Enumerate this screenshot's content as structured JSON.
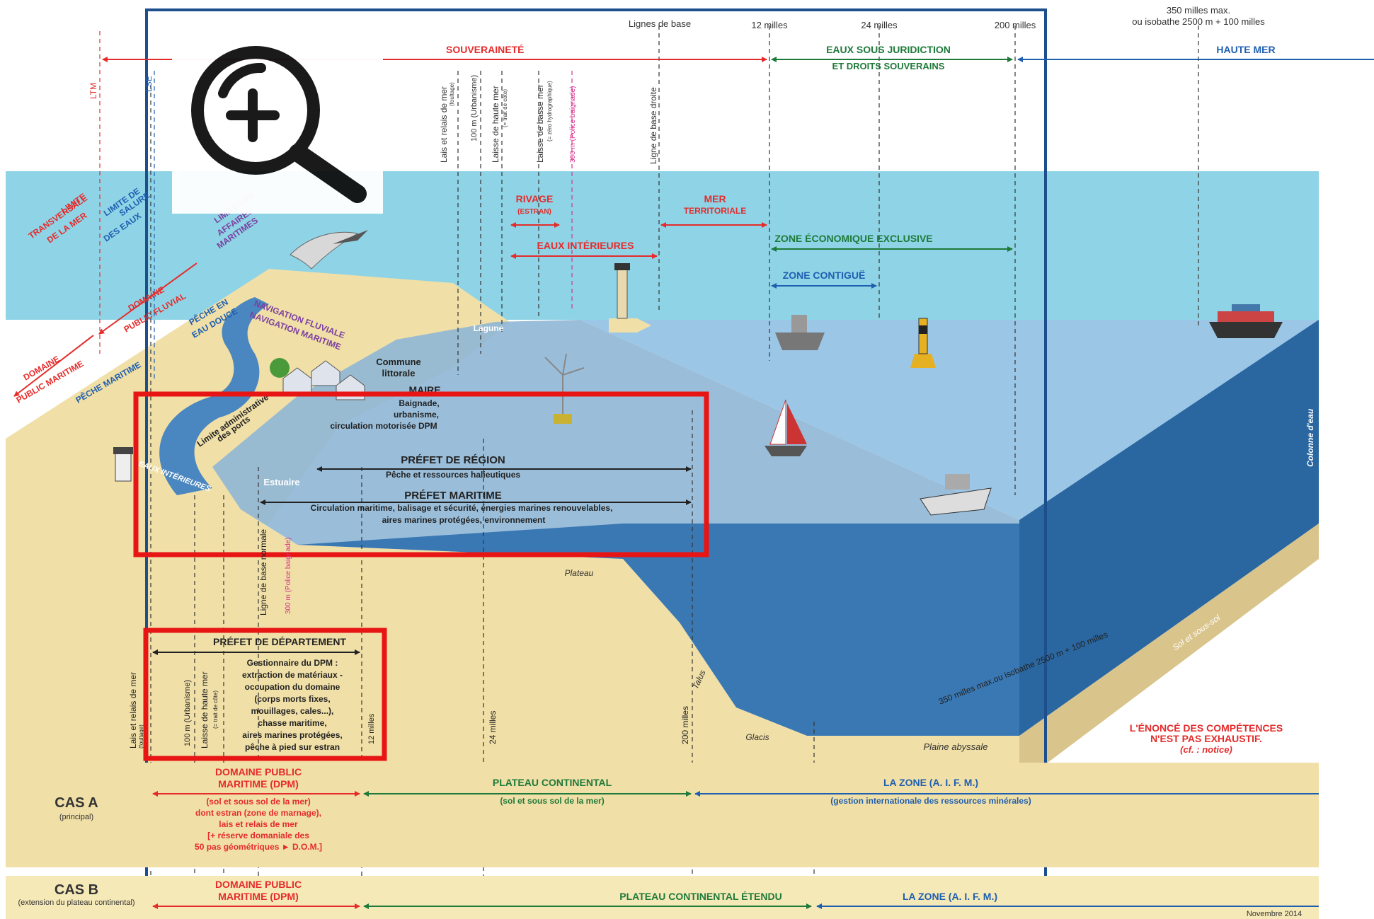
{
  "colors": {
    "sky": "#8fd4e6",
    "sea_top": "#a9cfe8",
    "sea_deep": "#2e6fa8",
    "beach": "#f0dfa7",
    "red": "#e52b2b",
    "green": "#1e7a3a",
    "blue": "#1f5fb0",
    "purple": "#7b3fa0",
    "highlight": "#e81515",
    "frame": "#1d4f8c"
  },
  "top": {
    "lignes_de_base": "Lignes de base",
    "m12": "12 milles",
    "m24": "24 milles",
    "m200": "200 milles",
    "m350_a": "350 milles max.",
    "m350_b": "ou isobathe 2500 m + 100 milles",
    "souverainete": "SOUVERAINETÉ",
    "juridiction_a": "EAUX SOUS JURIDICTION",
    "juridiction_b": "ET DROITS SOUVERAINS",
    "haute_mer": "HAUTE MER"
  },
  "vertical_lines": {
    "ltm": "LTM",
    "lse": "LSE",
    "lais": "Lais et relais de mer",
    "lais_sub": "(foultage)",
    "m100": "100 m (Urbanisme)",
    "lhm": "Laisse de haute mer",
    "lhm_sub": "(= trait de côte)",
    "lbm": "Laisse de basse mer",
    "lbm_sub": "(= zéro hydrographique)",
    "m300": "300 m (Police baignade)",
    "lbd": "Ligne de base droite"
  },
  "diag": [
    "LIMITE",
    "TRANSVERSALE",
    "DE LA MER",
    "LIMITE DE",
    "SALURE",
    "DES EAUX",
    "LIMITE DES",
    "AFFAIRES",
    "MARITIMES",
    "DOMAINE",
    "PUBLIC FLUVIAL",
    "DOMAINE",
    "PUBLIC MARITIME",
    "PÊCHE MARITIME",
    "PÊCHE EN",
    "EAU DOUCE",
    "NAVIGATION FLUVIALE",
    "NAVIGATION MARITIME"
  ],
  "zones": {
    "rivage": "RIVAGE",
    "estran": "(ESTRAN)",
    "mer_terr_a": "MER",
    "mer_terr_b": "TERRITORIALE",
    "eaux_int": "EAUX INTÉRIEURES",
    "zee": "ZONE ÉCONOMIQUE EXCLUSIVE",
    "contigue": "ZONE CONTIGUË"
  },
  "map_labels": {
    "lagune": "Lagune",
    "commune_a": "Commune",
    "commune_b": "littorale",
    "maire": "MAIRE",
    "maire_1": "Baignade,",
    "maire_2": "urbanisme,",
    "maire_3": "circulation motorisée DPM",
    "limite_ports_a": "Limite administrative",
    "limite_ports_b": "des ports",
    "eaux_int_river": "EAUX INTÉRIEURES",
    "estuaire": "Estuaire",
    "plateau": "Plateau",
    "talus": "Talus",
    "glacis": "Glacis",
    "plaine": "Plaine abyssale",
    "colonne": "Colonne d'eau",
    "sol": "Sol et sous-sol",
    "isobathe": "350 milles max.ou isobathe 2500 m + 100 milles"
  },
  "prefets": {
    "region": "PRÉFET DE RÉGION",
    "region_sub": "Pêche et ressources halieutiques",
    "maritime": "PRÉFET MARITIME",
    "maritime_sub1": "Circulation maritime, balisage et sécurité, énergies marines renouvelables,",
    "maritime_sub2": "aires marines protégées, environnement",
    "departement": "PRÉFET DE DÉPARTEMENT",
    "dep_lines": [
      "Gestionnaire du DPM :",
      "extraction de matériaux -",
      "occupation du domaine",
      "(corps morts fixes,",
      "mouillages, cales...),",
      "chasse maritime,",
      "aires marines protégées,",
      "pêche à pied sur estran"
    ]
  },
  "lower_vert": {
    "lais": "Lais et relais de mer",
    "lais_sub": "(foultage)",
    "m100": "100 m (Urbanisme)",
    "lhm": "Laisse de haute mer",
    "lhm_sub": "(= trait de côte)",
    "lbn": "Ligne de base normale",
    "m300": "300 m (Police baignade)",
    "m12": "12 milles",
    "m24": "24 milles",
    "m200": "200 milles"
  },
  "notice": {
    "l1": "L'ÉNONCÉ DES COMPÉTENCES",
    "l2": "N'EST PAS EXHAUSTIF.",
    "l3": "(cf. : notice)"
  },
  "cas_a": {
    "title": "CAS A",
    "sub": "(principal)",
    "dpm1": "DOMAINE PUBLIC",
    "dpm2": "MARITIME (DPM)",
    "dpm_lines": [
      "(sol et sous sol de la mer)",
      "dont estran (zone de marnage),",
      "lais et relais de mer",
      "[+ réserve domaniale des",
      "50 pas géométriques ► D.O.M.]"
    ],
    "plateau": "PLATEAU CONTINENTAL",
    "plateau_sub": "(sol et sous sol de la mer)",
    "zone": "LA ZONE (A. I. F. M.)",
    "zone_sub": "(gestion internationale des ressources minérales)"
  },
  "cas_b": {
    "title": "CAS B",
    "sub": "(extension du plateau continental)",
    "dpm1": "DOMAINE PUBLIC",
    "dpm2": "MARITIME (DPM)",
    "plateau": "PLATEAU CONTINENTAL ÉTENDU",
    "zone": "LA ZONE (A. I. F. M.)"
  },
  "date": "Novembre 2014",
  "zoom_icon": "zoom-in-icon"
}
